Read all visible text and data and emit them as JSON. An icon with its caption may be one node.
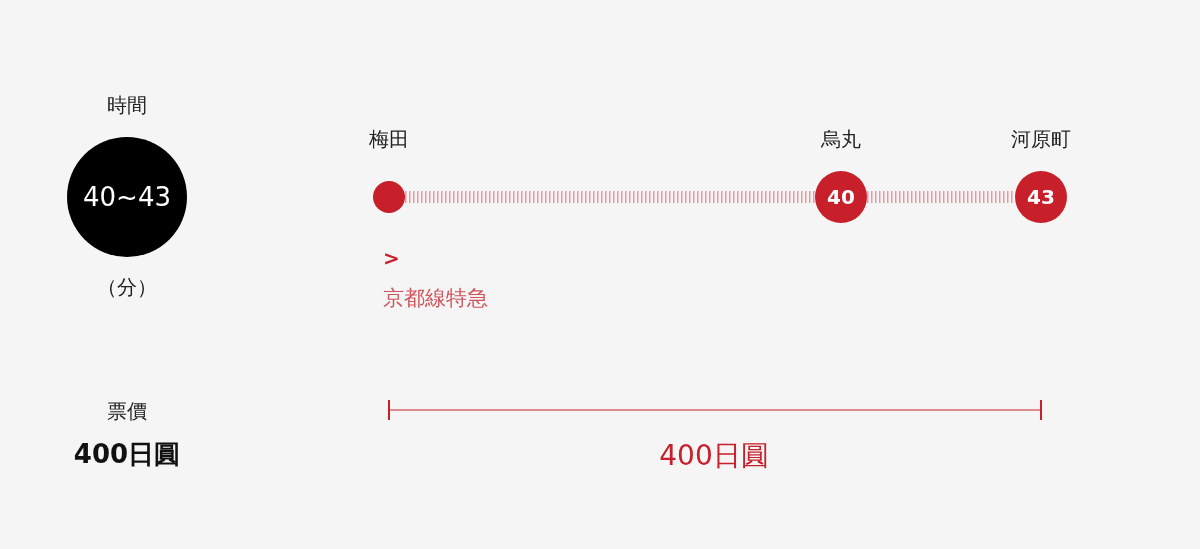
{
  "diagram": {
    "nodes": [
      {
        "text": [
          "時間",
          "40~43",
          "（分）"
        ]
      },
      {
        "text": [
          "梅田"
        ]
      },
      {
        "text": [
          "烏丸",
          "40"
        ]
      },
      {
        "text": [
          "河原町",
          "43"
        ]
      }
    ],
    "edges": [
      {
        "from": 1,
        "to": 2,
        "arrow": "none"
      },
      {
        "from": 2,
        "to": 3,
        "arrow": "none"
      }
    ],
    "labels": [
      ">",
      "京都線特急",
      "票價",
      "400日圓",
      "400日圓"
    ]
  }
}
